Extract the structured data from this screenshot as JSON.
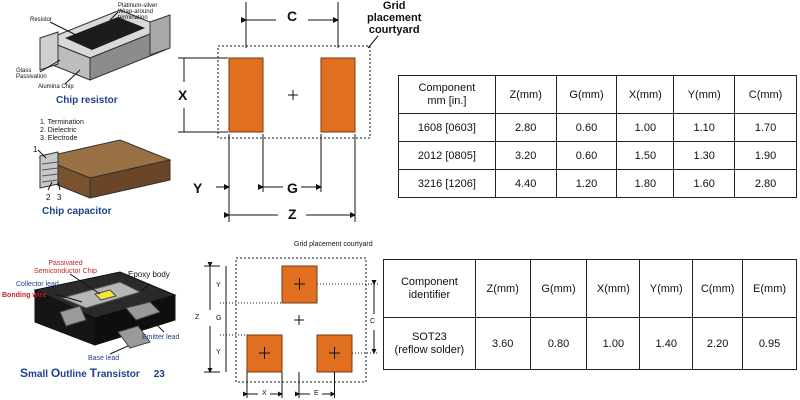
{
  "colors": {
    "pad": "#e0701f",
    "pad_dark": "#a64c14",
    "accent_text": "#cc1f1f",
    "blue_text": "#1f3f8c",
    "line": "#111111"
  },
  "chip_resistor": {
    "caption": "Chip resistor",
    "labels": {
      "resistor": "Resistor",
      "termination": [
        "Platinum-silver",
        "Wrap-around",
        "termination"
      ],
      "glass": [
        "Glass",
        "Passivation"
      ],
      "alumina": "Alumina Chip"
    }
  },
  "chip_capacitor": {
    "caption": "Chip capacitor",
    "legend": [
      "1. Termination",
      "2. Dielectric",
      "3. Electrode"
    ],
    "markers": [
      "1",
      "2",
      "3"
    ]
  },
  "sot23_picture": {
    "labels": {
      "passivated": [
        "Passivated",
        "Semiconductor Chip"
      ],
      "epoxy": "Epoxy body",
      "collector": "Collector lead",
      "bonding": "Bonding wire",
      "emitter": "Emitter lead",
      "base": "Base lead"
    },
    "caption_parts": [
      "S",
      "mall ",
      "O",
      "utline ",
      "T",
      "ransistor",
      "23"
    ]
  },
  "top_diagram": {
    "title": [
      "Grid",
      "placement",
      "courtyard"
    ],
    "dims": {
      "c": "C",
      "x": "X",
      "y": "Y",
      "g": "G",
      "z": "Z"
    }
  },
  "bottom_diagram": {
    "title": "Grid placement courtyard",
    "dims": {
      "z": "Z",
      "y1": "Y",
      "g": "G",
      "y2": "Y",
      "c": "C",
      "x": "X",
      "e": "E"
    }
  },
  "table_chip": {
    "headers": [
      "Component\nmm  [in.]",
      "Z(mm)",
      "G(mm)",
      "X(mm)",
      "Y(mm)",
      "C(mm)"
    ],
    "rows": [
      [
        "1608  [0603]",
        "2.80",
        "0.60",
        "1.00",
        "1.10",
        "1.70"
      ],
      [
        "2012  [0805]",
        "3.20",
        "0.60",
        "1.50",
        "1.30",
        "1.90"
      ],
      [
        "3216  [1206]",
        "4.40",
        "1.20",
        "1.80",
        "1.60",
        "2.80"
      ]
    ]
  },
  "table_sot": {
    "headers": [
      "Component\nidentifier",
      "Z(mm)",
      "G(mm)",
      "X(mm)",
      "Y(mm)",
      "C(mm)",
      "E(mm)"
    ],
    "rows": [
      [
        "SOT23\n(reflow solder)",
        "3.60",
        "0.80",
        "1.00",
        "1.40",
        "2.20",
        "0.95"
      ]
    ]
  }
}
